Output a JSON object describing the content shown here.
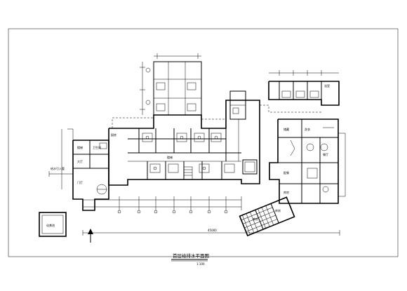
{
  "drawing": {
    "title": "首层给排水平面图",
    "scale": "1:100",
    "room_labels": {
      "left_top": "楼梯",
      "left_mid": "大厅",
      "left_bottom": "门厅",
      "left_wing": "卫生间",
      "corner_left": "厨房",
      "stair_center": "楼梯",
      "right_top": "浴室",
      "right_mid_a": "储藏",
      "right_mid_b": "洗衣",
      "right_mid_c": "餐厅",
      "right_bottom_a": "配餐",
      "right_bottom_b": "库房",
      "pavilion_a": "库房",
      "pavilion_b": "库房",
      "annex": "化粪池"
    },
    "side_label": "给水引入管",
    "dim_label": "45000",
    "colors": {
      "line": "#000000",
      "paper": "#ffffff"
    }
  }
}
